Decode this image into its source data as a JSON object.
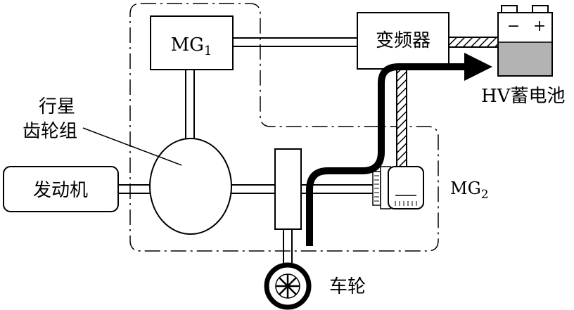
{
  "labels": {
    "mg1": "MG",
    "mg1_sub": "1",
    "inverter": "变频器",
    "battery": "HV蓄电池",
    "battery_minus": "−",
    "battery_plus": "+",
    "planetary_line1": "行星",
    "planetary_line2": "齿轮组",
    "engine": "发动机",
    "mg2": "MG",
    "mg2_sub": "2",
    "wheel": "车轮"
  },
  "colors": {
    "line": "#000000",
    "battery_fill": "#b3b3b3",
    "background": "#ffffff"
  }
}
